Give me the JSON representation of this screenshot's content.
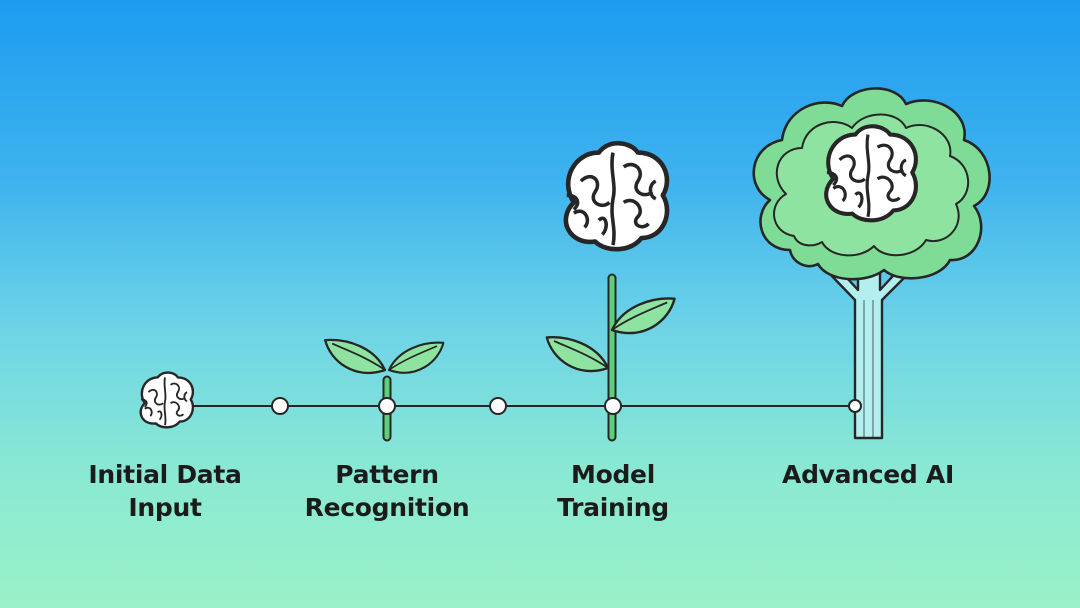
{
  "colors": {
    "leaf": "#8fe3a0",
    "leaf_dark": "#6cd187",
    "stem": "#5ed07a",
    "trunk": "#b3efee",
    "outline": "#262626",
    "node": "#ffffff"
  },
  "stages": [
    {
      "line1": "Initial Data",
      "line2": "Input",
      "icon": "brain-icon"
    },
    {
      "line1": "Pattern",
      "line2": "Recognition",
      "icon": "sprout-icon"
    },
    {
      "line1": "Model",
      "line2": "Training",
      "icon": "plant-with-brain-icon"
    },
    {
      "line1": "Advanced AI",
      "line2": "",
      "icon": "tree-with-brain-icon"
    }
  ]
}
